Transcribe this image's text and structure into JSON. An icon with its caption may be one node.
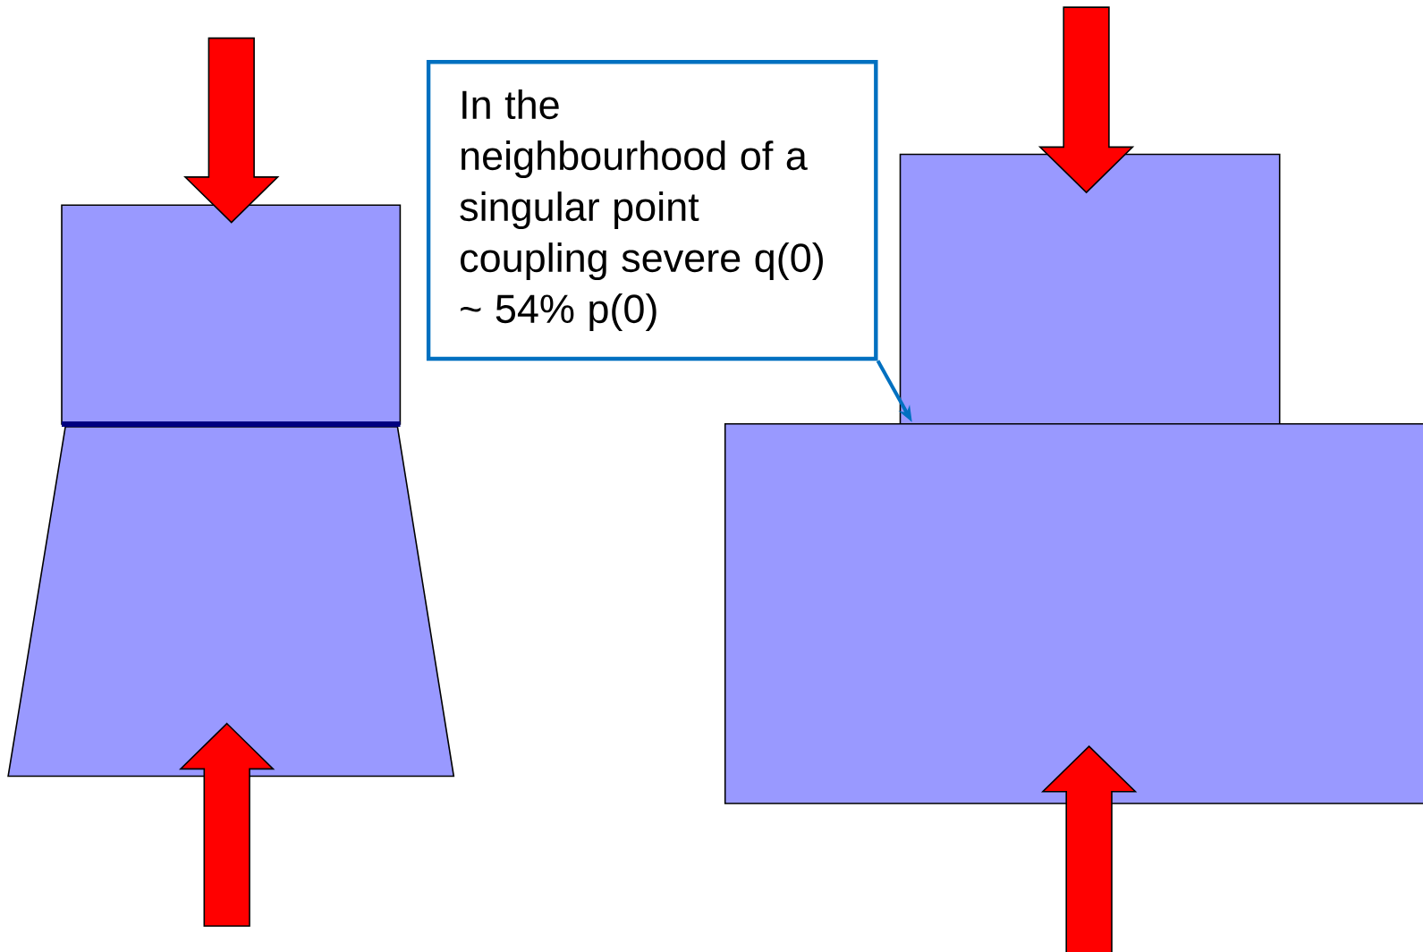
{
  "diagram": {
    "nodes": [
      {
        "text": [],
        "shape": "box"
      },
      {
        "text": [],
        "shape": "trapezoid"
      },
      {
        "text": [
          "In the neighbourhood of a singular point coupling severe q(0) ~ 54% p(0)"
        ]
      },
      {
        "text": [],
        "shape": "box"
      },
      {
        "text": [],
        "shape": "box"
      }
    ],
    "edges": [
      {
        "from": 2,
        "to": 3,
        "arrow": "to"
      }
    ]
  }
}
